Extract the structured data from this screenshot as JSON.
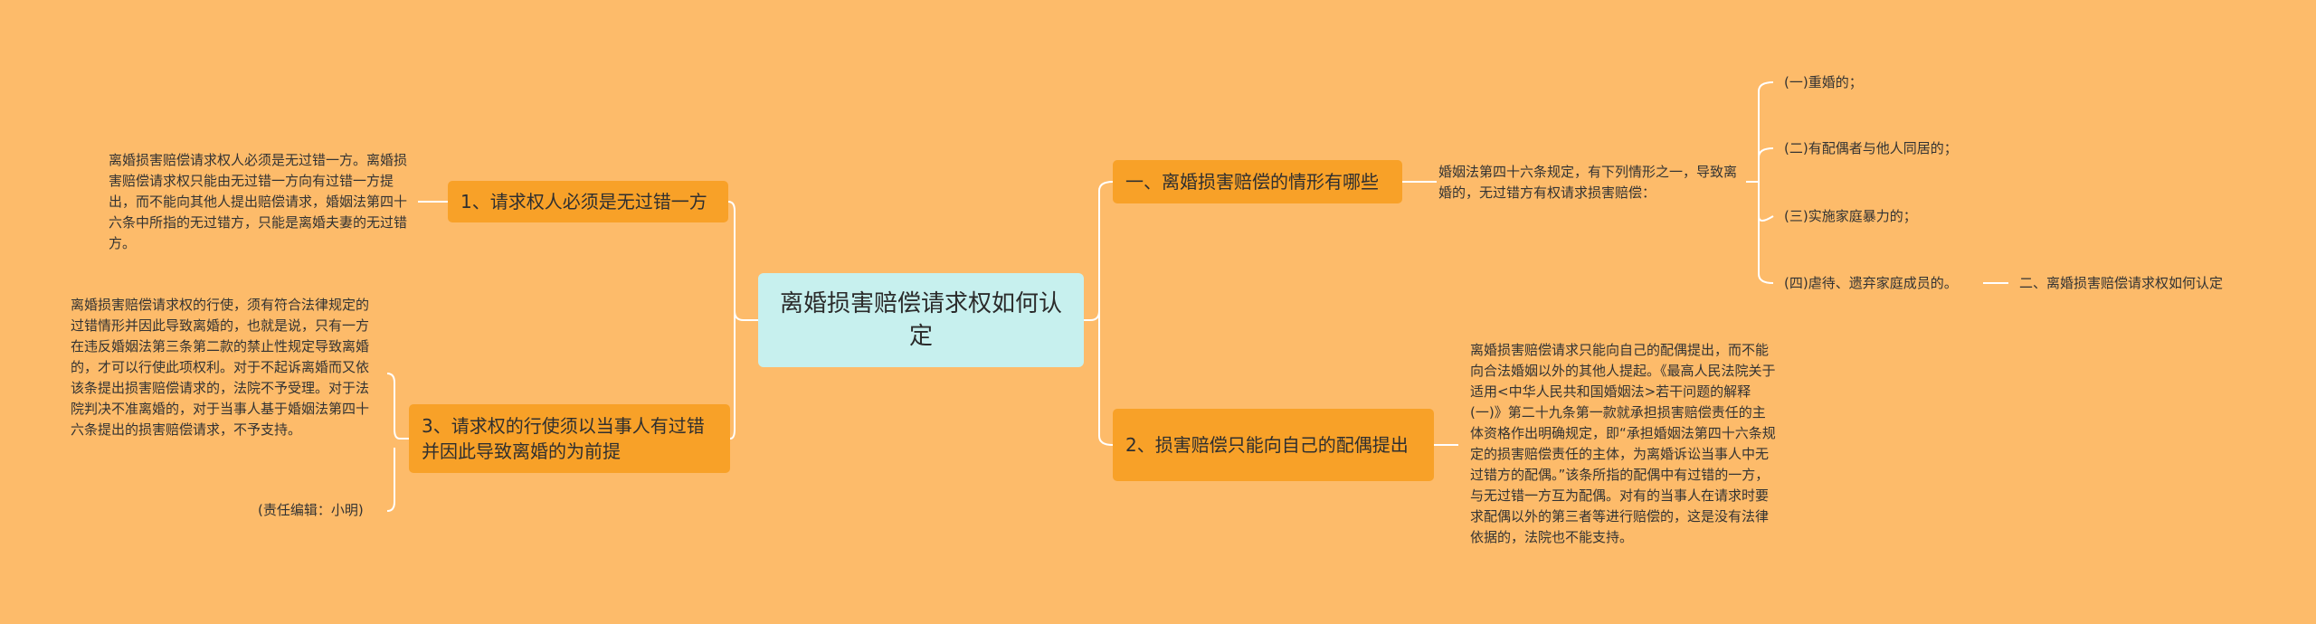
{
  "colors": {
    "background": "#FDBB6A",
    "root_fill": "#C7F0EE",
    "branch_fill": "#F8A128",
    "connector": "#FFFFFF"
  },
  "root": {
    "label": "离婚损害赔偿请求权如何认定"
  },
  "left": {
    "branch1": {
      "label": "1、请求权人必须是无过错一方",
      "detail": "离婚损害赔偿请求权人必须是无过错一方。离婚损害赔偿请求权只能由无过错一方向有过错一方提出，而不能向其他人提出赔偿请求，婚姻法第四十六条中所指的无过错方，只能是离婚夫妻的无过错方。"
    },
    "branch3": {
      "label": "3、请求权的行使须以当事人有过错并因此导致离婚的为前提",
      "detail": "离婚损害赔偿请求权的行使，须有符合法律规定的过错情形并因此导致离婚的，也就是说，只有一方在违反婚姻法第三条第二款的禁止性规定导致离婚的，才可以行使此项权利。对于不起诉离婚而又依该条提出损害赔偿请求的，法院不予受理。对于法院判决不准离婚的，对于当事人基于婚姻法第四十六条提出的损害赔偿请求，不予支持。",
      "editor": "(责任编辑：小明)"
    }
  },
  "right": {
    "branch1": {
      "label": "一、离婚损害赔偿的情形有哪些",
      "detail": "婚姻法第四十六条规定，有下列情形之一，导致离婚的，无过错方有权请求损害赔偿：",
      "items": [
        "(一)重婚的；",
        "(二)有配偶者与他人同居的；",
        "(三)实施家庭暴力的；",
        "(四)虐待、遗弃家庭成员的。"
      ],
      "next": "二、离婚损害赔偿请求权如何认定"
    },
    "branch2": {
      "label": "2、损害赔偿只能向自己的配偶提出",
      "detail": "离婚损害赔偿请求只能向自己的配偶提出，而不能向合法婚姻以外的其他人提起。《最高人民法院关于适用<中华人民共和国婚姻法>若干问题的解释(一)》第二十九条第一款就承担损害赔偿责任的主体资格作出明确规定，即“承担婚姻法第四十六条规定的损害赔偿责任的主体，为离婚诉讼当事人中无过错方的配偶。”该条所指的配偶中有过错的一方，与无过错一方互为配偶。对有的当事人在请求时要求配偶以外的第三者等进行赔偿的，这是没有法律依据的，法院也不能支持。"
    }
  }
}
